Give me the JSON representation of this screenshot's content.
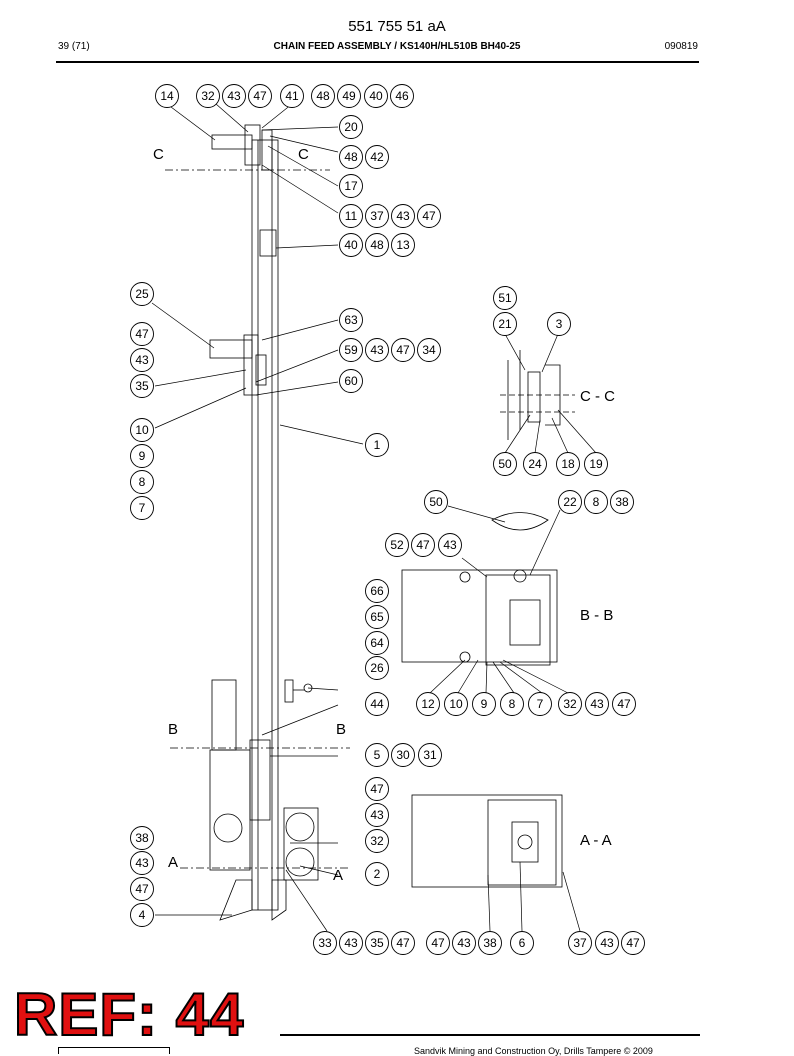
{
  "header": {
    "document_number": "551 755 51 aA",
    "page": "39 (71)",
    "title": "CHAIN FEED ASSEMBLY / KS140H/HL510B BH40-25",
    "date_code": "090819"
  },
  "section_labels": {
    "cc": "C - C",
    "bb": "B - B",
    "aa": "A - A",
    "c_marker": "C",
    "b_marker": "B",
    "a_marker": "A"
  },
  "callouts": [
    "14",
    "32",
    "43",
    "47",
    "41",
    "48",
    "49",
    "40",
    "46",
    "20",
    "48",
    "42",
    "17",
    "11",
    "37",
    "43",
    "47",
    "40",
    "48",
    "13",
    "25",
    "47",
    "43",
    "35",
    "63",
    "59",
    "43",
    "47",
    "34",
    "60",
    "10",
    "9",
    "8",
    "7",
    "1",
    "51",
    "21",
    "3",
    "50",
    "24",
    "18",
    "19",
    "50",
    "22",
    "8",
    "38",
    "52",
    "47",
    "43",
    "66",
    "65",
    "64",
    "26",
    "44",
    "12",
    "10",
    "9",
    "8",
    "7",
    "32",
    "43",
    "47",
    "5",
    "30",
    "31",
    "47",
    "43",
    "38",
    "43",
    "47",
    "32",
    "2",
    "4",
    "33",
    "43",
    "35",
    "47",
    "47",
    "43",
    "38",
    "6",
    "37",
    "43",
    "47"
  ],
  "ref_stamp": "REF: 44",
  "footer": {
    "copyright": "Sandvik Mining and Construction Oy, Drills Tampere © 2009"
  }
}
